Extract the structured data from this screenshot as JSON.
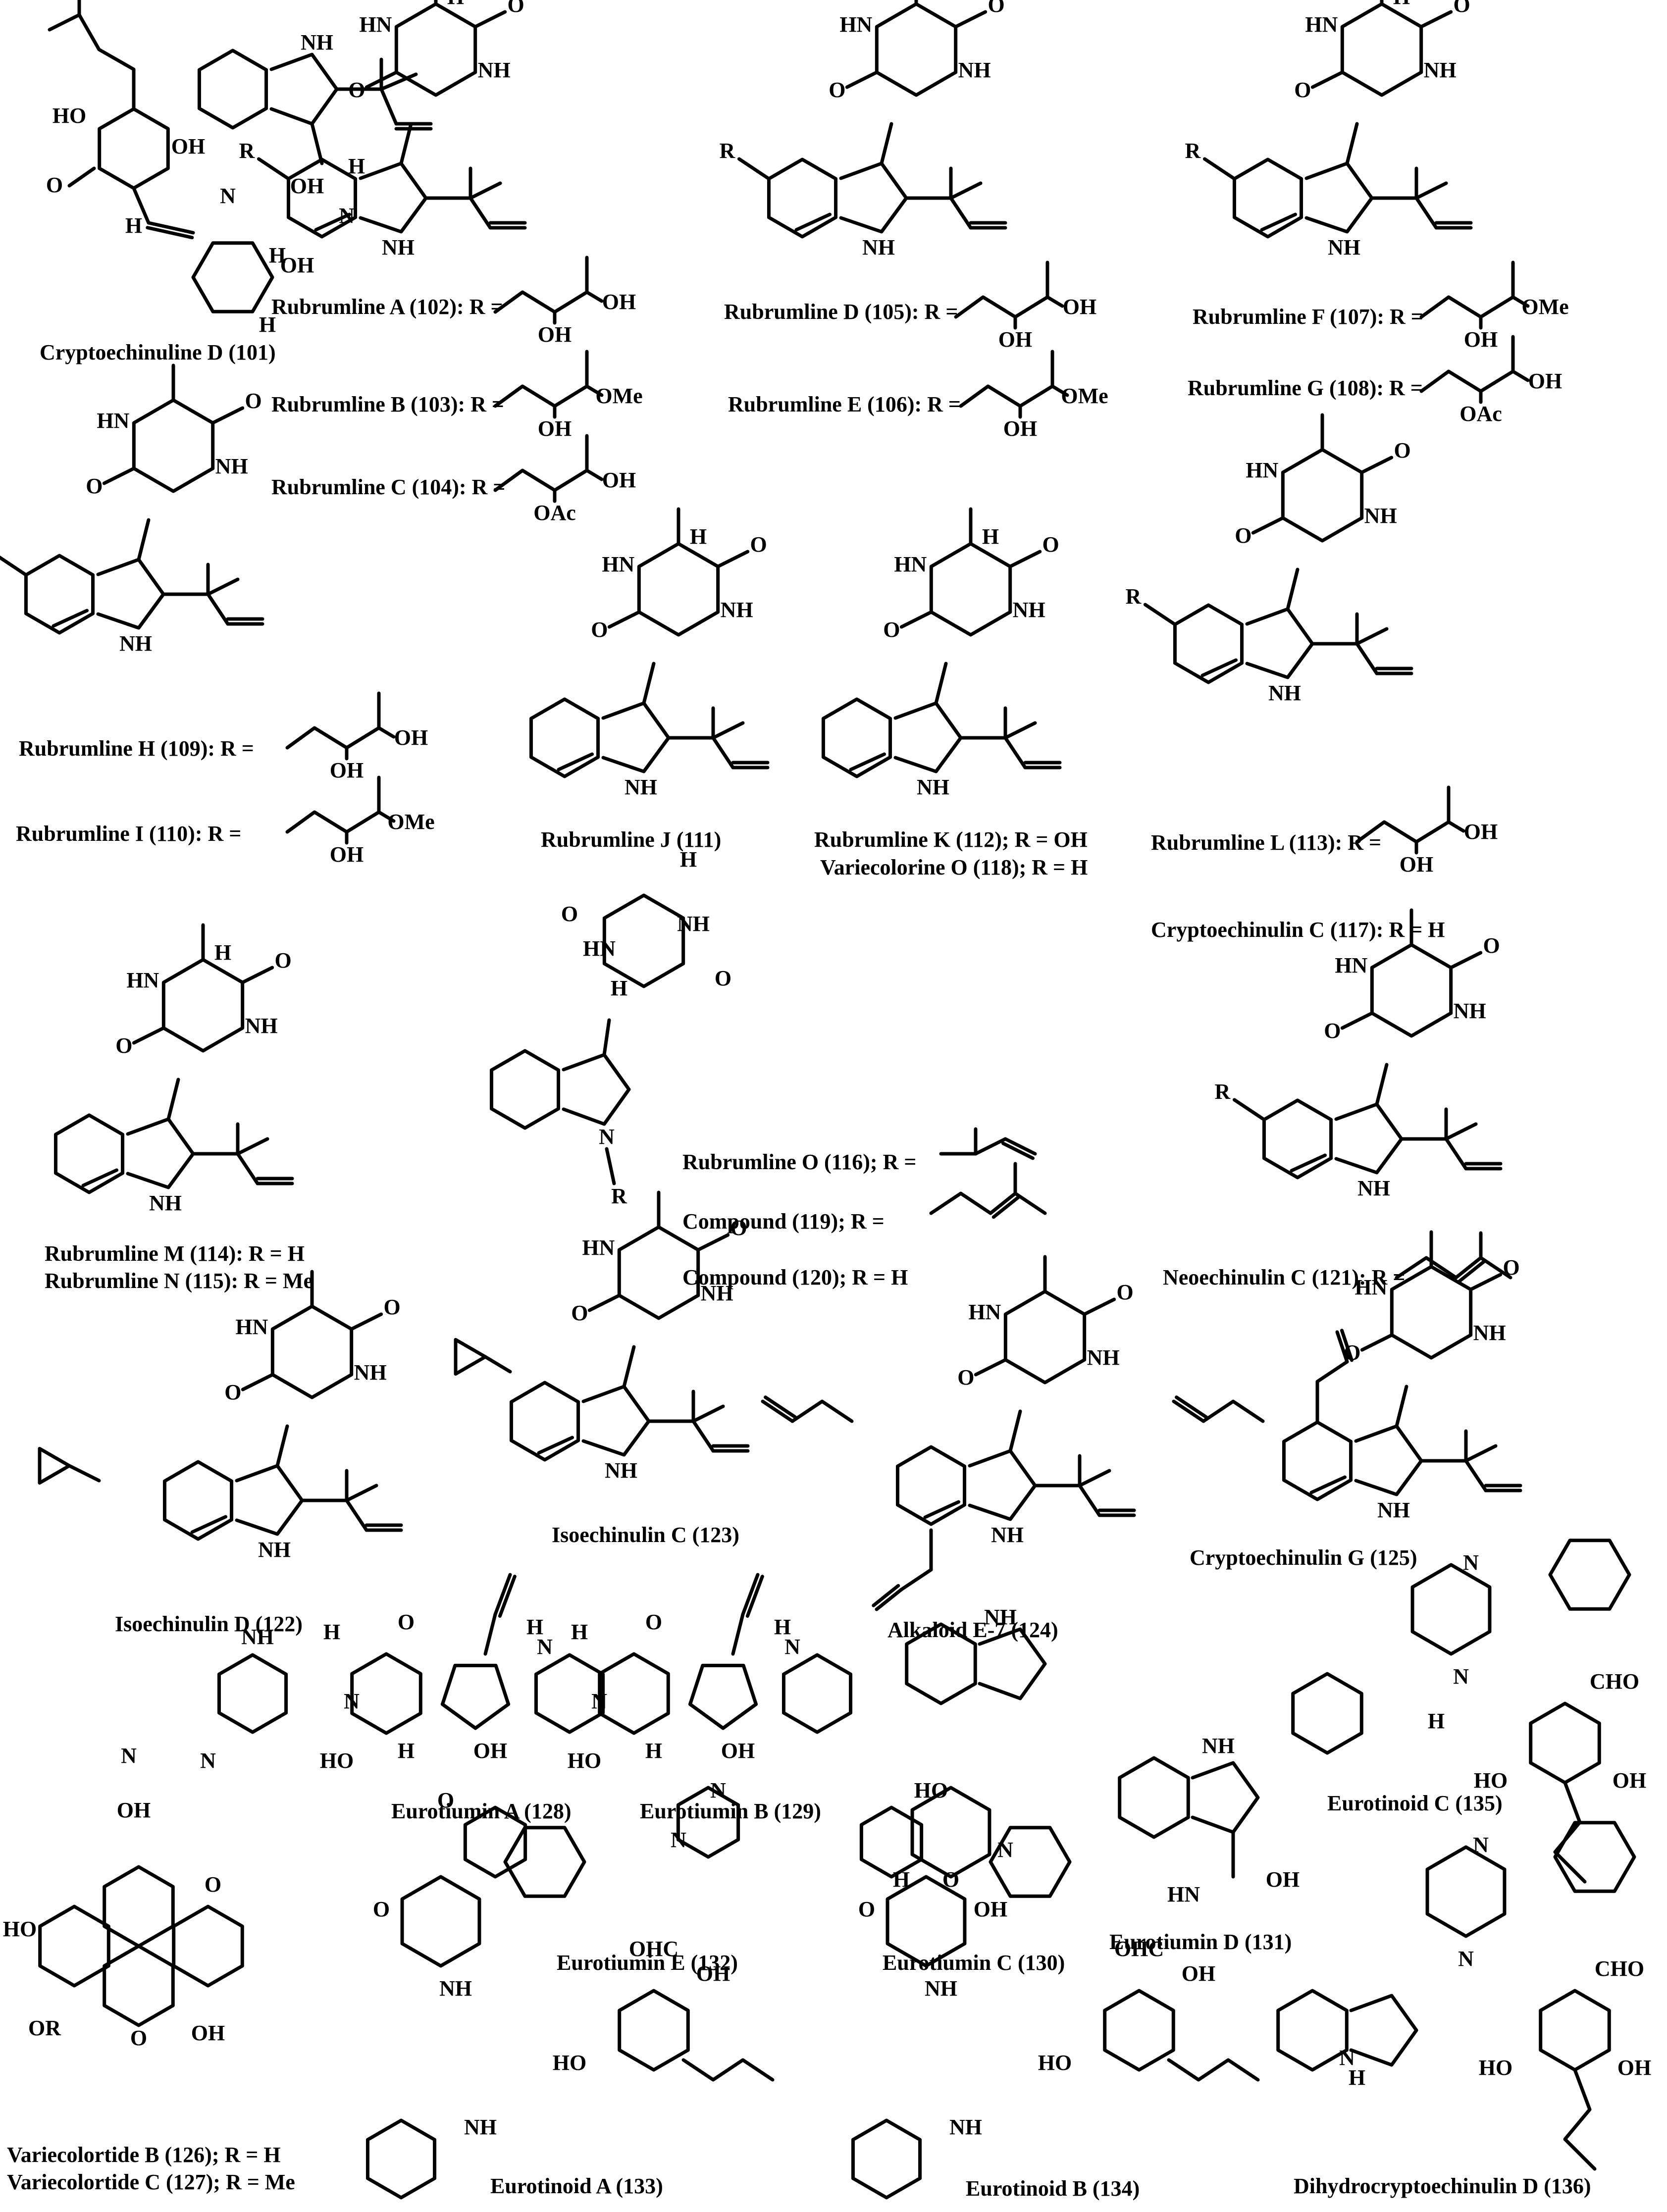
{
  "compounds": [
    {
      "id": "c101",
      "name": "Cryptoechinuline D (101)"
    },
    {
      "id": "c102",
      "name": "Rubrumline A (102): R ="
    },
    {
      "id": "c103",
      "name": "Rubrumline B (103): R ="
    },
    {
      "id": "c104",
      "name": "Rubrumline C (104): R ="
    },
    {
      "id": "c105",
      "name": "Rubrumline D (105): R ="
    },
    {
      "id": "c106",
      "name": "Rubrumline E (106): R ="
    },
    {
      "id": "c107",
      "name": "Rubrumline F (107): R ="
    },
    {
      "id": "c108",
      "name": "Rubrumline G (108): R ="
    },
    {
      "id": "c109",
      "name": "Rubrumline H (109): R ="
    },
    {
      "id": "c110",
      "name": "Rubrumline I (110): R ="
    },
    {
      "id": "c111",
      "name": "Rubrumline J (111)"
    },
    {
      "id": "c112",
      "name": "Rubrumline K (112); R = OH"
    },
    {
      "id": "c118",
      "name": "Variecolorine O (118); R = H"
    },
    {
      "id": "c113",
      "name": "Rubrumline L (113): R ="
    },
    {
      "id": "c117",
      "name": "Cryptoechinulin C (117): R = H"
    },
    {
      "id": "c114",
      "name": "Rubrumline M (114): R = H"
    },
    {
      "id": "c115",
      "name": "Rubrumline N (115): R = Me"
    },
    {
      "id": "c116",
      "name": "Rubrumline O (116); R ="
    },
    {
      "id": "c119",
      "name": "Compound (119); R ="
    },
    {
      "id": "c120",
      "name": "Compound (120); R = H"
    },
    {
      "id": "c121",
      "name": "Neoechinulin C (121): R ="
    },
    {
      "id": "c122",
      "name": "Isoechinulin D (122)"
    },
    {
      "id": "c123",
      "name": "Isoechinulin C  (123)"
    },
    {
      "id": "c124",
      "name": "Alkaloid E-7 (124)"
    },
    {
      "id": "c125",
      "name": "Cryptoechinulin G (125)"
    },
    {
      "id": "c128",
      "name": "Eurotiumin A (128)"
    },
    {
      "id": "c129",
      "name": "Eurotiumin B (129)"
    },
    {
      "id": "c130",
      "name": "Eurotiumin C (130)"
    },
    {
      "id": "c131",
      "name": "Eurotiumin D (131)"
    },
    {
      "id": "c135",
      "name": "Eurotinoid C (135)"
    },
    {
      "id": "c132",
      "name": "Eurotiumin E (132)"
    },
    {
      "id": "c126",
      "name": "Variecolortide B (126); R = H"
    },
    {
      "id": "c127",
      "name": "Variecolortide C (127); R = Me"
    },
    {
      "id": "c133",
      "name": "Eurotinoid A (133)"
    },
    {
      "id": "c134",
      "name": "Eurotinoid B (134)"
    },
    {
      "id": "c136",
      "name": "Dihydrocryptoechinulin D (136)"
    }
  ],
  "atoms": {
    "oh": "OH",
    "o": "O",
    "nh": "NH",
    "hn": "HN",
    "n": "N",
    "h": "H",
    "r": "R",
    "ome": "OMe",
    "oac": "OAc",
    "or": "OR",
    "cho": "CHO",
    "ohc": "OHC",
    "ho": "HO",
    "hn_imine": "HN"
  }
}
